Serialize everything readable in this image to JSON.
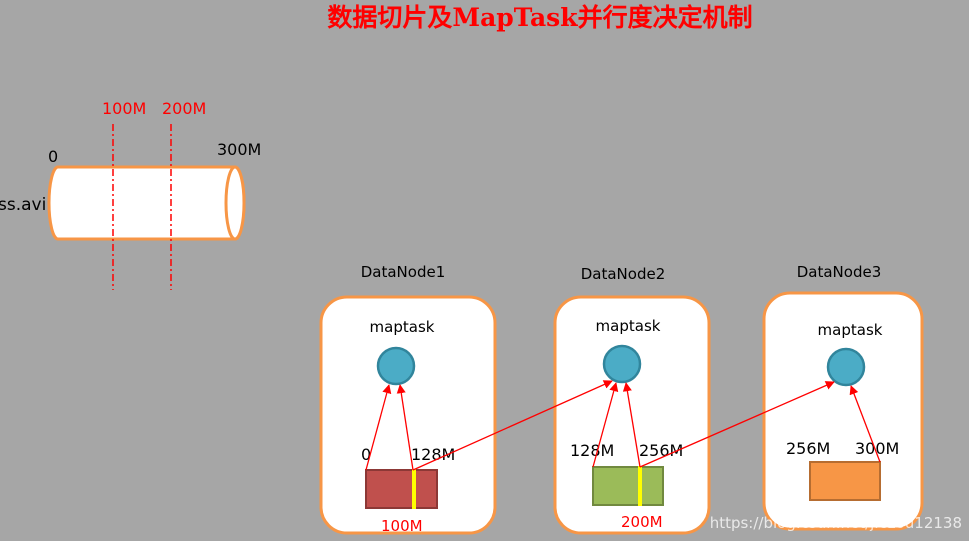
{
  "title": "数据切片及MapTask并行度决定机制",
  "file": {
    "name": "ss.avi",
    "start_label": "0",
    "end_label": "300M",
    "split_labels": [
      "100M",
      "200M"
    ]
  },
  "nodes": [
    {
      "name": "DataNode1",
      "task": "maptask",
      "left_label": "0",
      "right_label": "128M",
      "split_label": "100M",
      "block_color": "#c0504d"
    },
    {
      "name": "DataNode2",
      "task": "maptask",
      "left_label": "128M",
      "right_label": "256M",
      "split_label": "200M",
      "block_color": "#9bbb59"
    },
    {
      "name": "DataNode3",
      "task": "maptask",
      "left_label": "256M",
      "right_label": "300M",
      "split_label": "",
      "block_color": "#f79646"
    }
  ],
  "watermark": "https://blog.csdn.net/jiezou12138",
  "colors": {
    "background": "#a6a6a6",
    "accent": "#ff0000",
    "node_border": "#f79646",
    "maptask_fill": "#4bacc6",
    "split_marker": "#ffff00"
  }
}
